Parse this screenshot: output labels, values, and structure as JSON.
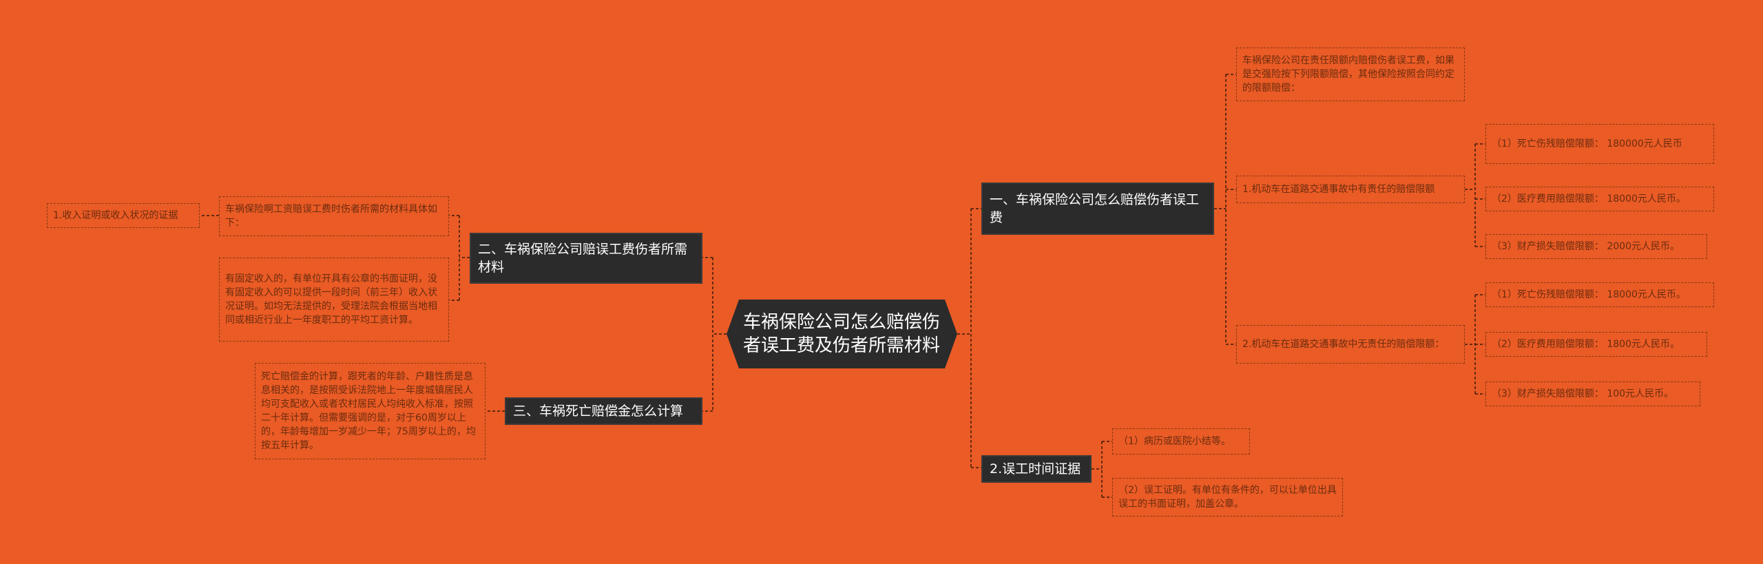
{
  "mindmap": {
    "root": {
      "text": "车祸保险公司怎么赔偿伤者误工费及伤者所需材料"
    },
    "branch_1": {
      "text": "一、车祸保险公司怎么赔偿伤者误工费",
      "intro": "车祸保险公司在责任限额内赔偿伤者误工费，如果是交强险按下列限额赔偿，其他保险按照合同约定的限额赔偿：",
      "liable": {
        "text": "1.机动车在道路交通事故中有责任的赔偿限额",
        "items": [
          "（1）死亡伤残赔偿限额： 180000元人民币",
          "（2）医疗费用赔偿限额： 18000元人民币。",
          "（3）财产损失赔偿限额： 2000元人民币。"
        ]
      },
      "not_liable": {
        "text": "2.机动车在道路交通事故中无责任的赔偿限额：",
        "items": [
          "（1）死亡伤残赔偿限额： 18000元人民币。",
          "（2）医疗费用赔偿限额： 1800元人民币。",
          "（3）财产损失赔偿限额： 100元人民币。"
        ]
      }
    },
    "branch_2": {
      "text": "2.误工时间证据",
      "items": [
        "（1）病历或医院小结等。",
        "（2）误工证明。有单位有条件的，可以让单位出具误工的书面证明，加盖公章。"
      ]
    },
    "branch_3": {
      "text": "二、车祸保险公司赔误工费伤者所需材料",
      "intro": "车祸保险啊工资赔误工费时伤者所需的材料具体如下：",
      "income_proof": "1.收入证明或收入状况的证据",
      "detail": "有固定收入的，有单位开具有公章的书面证明，没有固定收入的可以提供一段时间（前三年）收入状况证明。如均无法提供的，受理法院会根据当地相同或相近行业上一年度职工的平均工资计算。"
    },
    "branch_4": {
      "text": "三、车祸死亡赔偿金怎么计算",
      "detail": "死亡赔偿金的计算，跟死者的年龄、户籍性质是息息相关的，是按照受诉法院地上一年度城镇居民人均可支配收入或者农村居民人均纯收入标准，按照二十年计算。但需要强调的是，对于60周岁以上的，年龄每增加一岁减少一年；75周岁以上的，均按五年计算。"
    }
  },
  "colors": {
    "background": "#EA5B25",
    "node_fill": "#2B2B2B",
    "node_text": "#FFFFFF",
    "leaf_border": "#8A3814",
    "leaf_text": "#6B2C0F",
    "link": "#3A1A0A"
  }
}
